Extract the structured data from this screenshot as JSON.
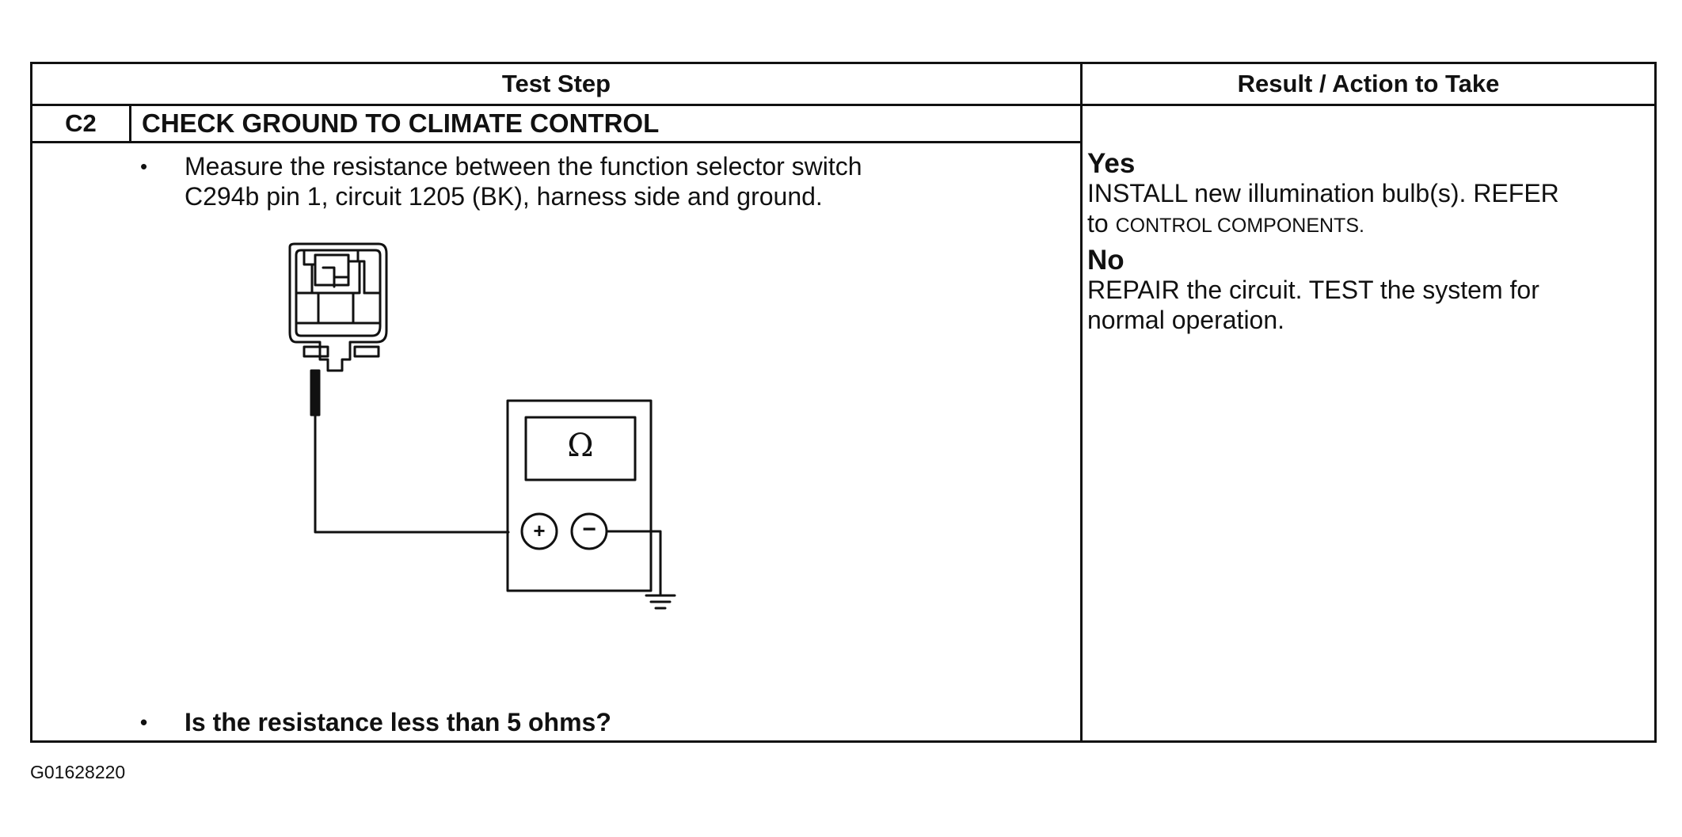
{
  "table": {
    "header_left": "Test Step",
    "header_right": "Result / Action to Take",
    "step_id": "C2",
    "step_title": "CHECK GROUND TO CLIMATE CONTROL",
    "bullet_1_line_1": "Measure the resistance between the function selector switch",
    "bullet_1_line_2": "C294b pin 1, circuit 1205 (BK), harness side and ground.",
    "bullet_2": "Is the resistance less than 5 ohms?",
    "bullet_glyph": "•"
  },
  "result": {
    "yes_label": "Yes",
    "yes_line_1": "INSTALL new illumination bulb(s). REFER",
    "yes_line_2_prefix": "to",
    "yes_line_2_ref": "CONTROL COMPONENTS.",
    "no_label": "No",
    "no_line_1": "REPAIR the circuit. TEST the system for",
    "no_line_2": "normal operation."
  },
  "diagram": {
    "meter_symbol": "Ω",
    "plus_symbol": "+",
    "minus_symbol": "−",
    "icons": [
      "connector-icon",
      "ohmmeter-icon",
      "ground-symbol-icon"
    ]
  },
  "figure_id": "G01628220"
}
